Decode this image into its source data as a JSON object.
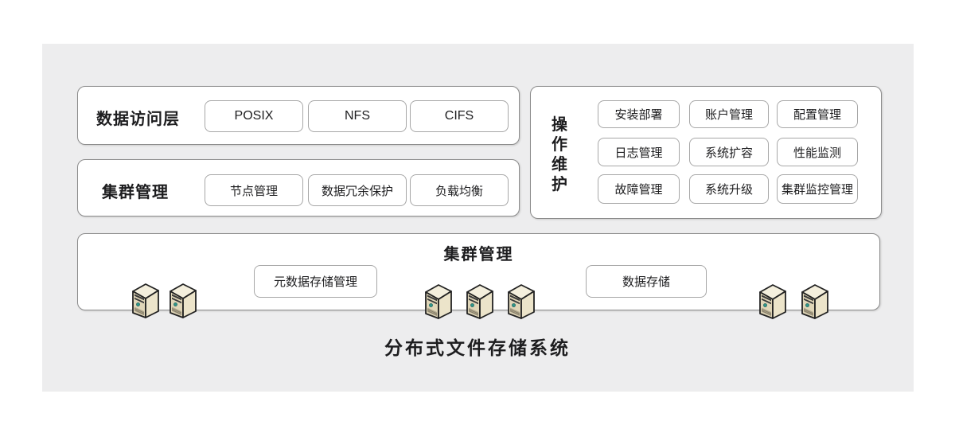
{
  "caption": "分布式文件存储系统",
  "data_access": {
    "title": "数据访问层",
    "items": [
      "POSIX",
      "NFS",
      "CIFS"
    ]
  },
  "cluster": {
    "title": "集群管理",
    "items": [
      "节点管理",
      "数据冗余保护",
      "负载均衡"
    ]
  },
  "ops": {
    "title": "操作维护",
    "items": [
      "安装部署",
      "账户管理",
      "配置管理",
      "日志管理",
      "系统扩容",
      "性能监测",
      "故障管理",
      "系统升级",
      "集群监控管理"
    ]
  },
  "storage": {
    "title": "集群管理",
    "items": [
      "元数据存储管理",
      "数据存储"
    ],
    "server_icon": "server-tower-icon",
    "server_groups": [
      2,
      3,
      2
    ]
  },
  "colors": {
    "panel_bg": "#ededee",
    "box_bg": "#ffffff",
    "box_border": "#8c8c8c",
    "pill_border": "#a7a7a7",
    "text": "#1d1d1f",
    "server_front": "#e0d6b8",
    "server_side": "#ece4ca",
    "server_top": "#f4efdd",
    "server_led": "#2e958a"
  }
}
